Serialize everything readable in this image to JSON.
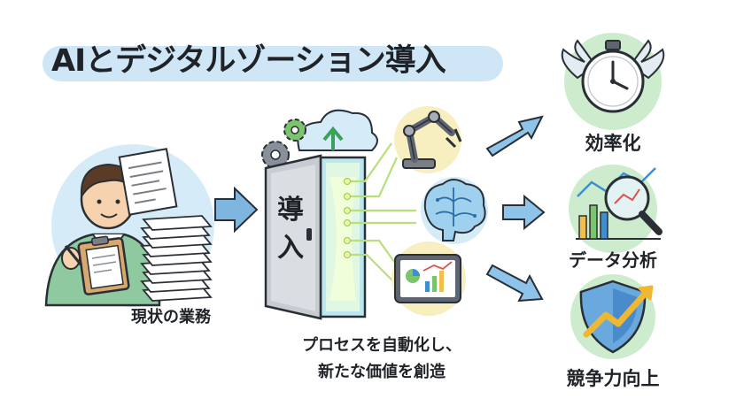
{
  "title": "AIとデジタルゾーション導入",
  "current": {
    "label": "現状の業務"
  },
  "door": {
    "char1": "導",
    "char2": "入"
  },
  "process": {
    "line1": "プロセスを自動化し、",
    "line2": "新たな価値を創造"
  },
  "outcomes": [
    {
      "label": "効率化",
      "icon": "stopwatch-wings-icon"
    },
    {
      "label": "データ分析",
      "icon": "magnifier-chart-icon"
    },
    {
      "label": "競争力向上",
      "icon": "shield-growth-icon"
    }
  ],
  "tech_icons": [
    "robot-arm-icon",
    "brain-circuit-icon",
    "tablet-dashboard-icon"
  ],
  "colors": {
    "accent_blue": "#3d8fd0",
    "soft_green": "#cdeccd",
    "soft_yellow": "#f7efc0",
    "soft_blue": "#cfe6f6"
  }
}
